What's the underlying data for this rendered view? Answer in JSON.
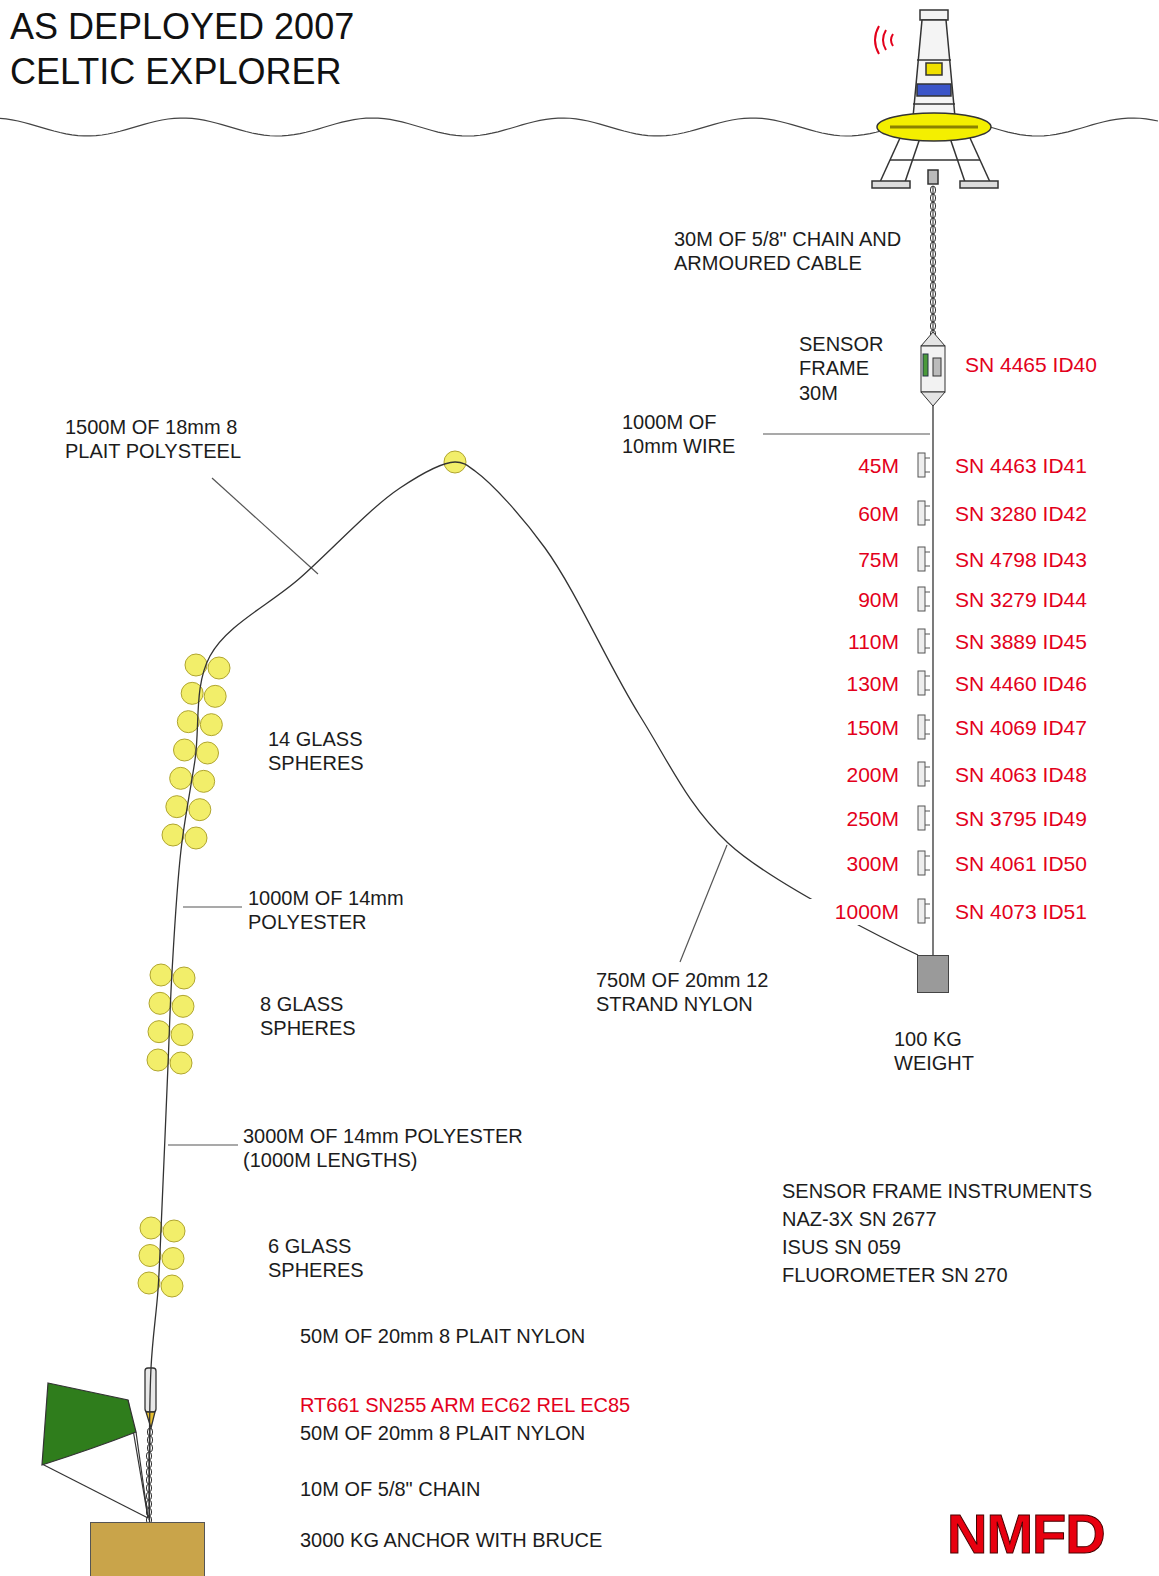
{
  "diagram": {
    "title": "AS DEPLOYED 2007 CELTIC EXPLORER",
    "nodes": [
      {
        "text": [
          "SENSOR FRAME 30M",
          "SN 4465 ID40"
        ]
      },
      {
        "text": [
          "100 KG WEIGHT"
        ]
      },
      {
        "text": [
          "3000 KG ANCHOR WITH BRUCE"
        ]
      }
    ],
    "edges": [
      {
        "from": 0,
        "to": 1,
        "arrow": "none"
      },
      {
        "from": 1,
        "to": 2,
        "arrow": "none"
      }
    ],
    "labels": [
      "30M OF 5/8\" CHAIN AND ARMOURED CABLE",
      "1500M OF 18mm 8 PLAIT POLYSTEEL",
      "1000M OF 10mm WIRE",
      "45M",
      "SN 4463 ID41",
      "60M",
      "SN 3280 ID42",
      "75M",
      "SN 4798 ID43",
      "90M",
      "SN 3279 ID44",
      "110M",
      "SN 3889 ID45",
      "130M",
      "SN 4460 ID46",
      "150M",
      "SN 4069 ID47",
      "200M",
      "SN 4063 ID48",
      "250M",
      "SN 3795 ID49",
      "300M",
      "SN 4061 ID50",
      "1000M",
      "SN 4073 ID51",
      "14 GLASS SPHERES",
      "1000M OF 14mm POLYESTER",
      "8 GLASS SPHERES",
      "750M OF 20mm 12 STRAND NYLON",
      "3000M OF 14mm POLYESTER (1000M LENGTHS)",
      "SENSOR FRAME INSTRUMENTS",
      "NAZ-3X SN 2677",
      "ISUS SN 059",
      "FLUOROMETER SN 270",
      "6 GLASS SPHERES",
      "50M OF 20mm 8 PLAIT NYLON",
      "RT661 SN255 ARM EC62 REL EC85",
      "50M OF 20mm 8 PLAIT NYLON",
      "10M OF 5/8\" CHAIN",
      "NMFD"
    ]
  }
}
